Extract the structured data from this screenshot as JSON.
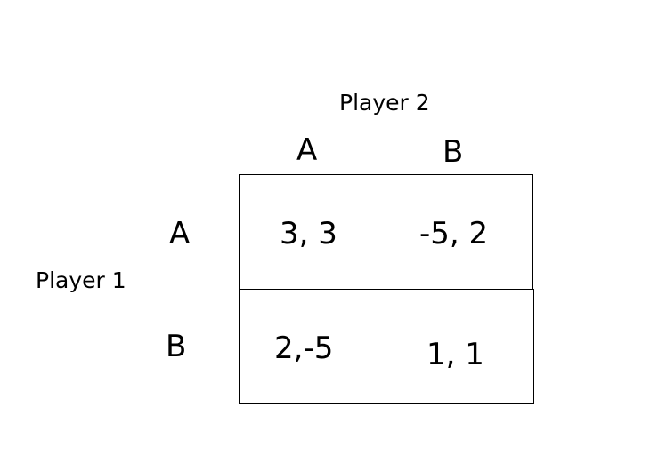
{
  "players": {
    "column_player": "Player 2",
    "row_player": "Player 1"
  },
  "strategies": {
    "columns": [
      "A",
      "B"
    ],
    "rows": [
      "A",
      "B"
    ]
  },
  "payoffs": [
    [
      "3, 3",
      "-5, 2"
    ],
    [
      "2,-5",
      "1, 1"
    ]
  ]
}
